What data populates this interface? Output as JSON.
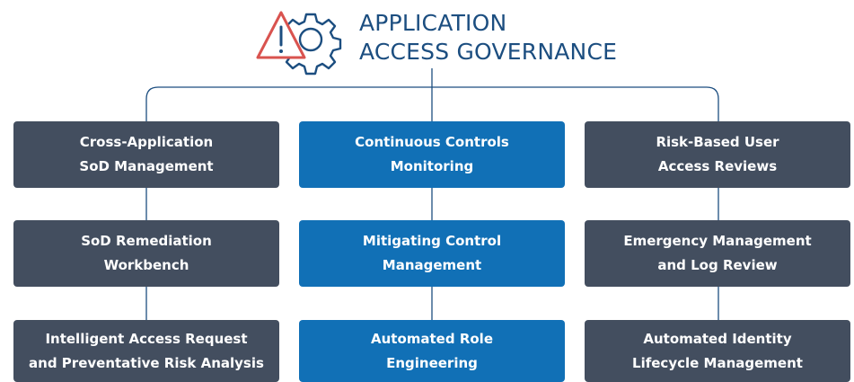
{
  "header": {
    "title_line1": "APPLICATION",
    "title_line2": "ACCESS GOVERNANCE",
    "icon": "warning-gear-icon"
  },
  "colors": {
    "title": "#1c4e80",
    "dark_box": "#434e5f",
    "blue_box": "#1170b6",
    "connector": "#1c4e80",
    "warning": "#d9534f"
  },
  "columns": [
    {
      "items": [
        {
          "line1": "Cross-Application",
          "line2": "SoD Management"
        },
        {
          "line1": "SoD Remediation",
          "line2": "Workbench"
        },
        {
          "line1": "Intelligent Access Request",
          "line2": "and Preventative Risk Analysis"
        }
      ]
    },
    {
      "items": [
        {
          "line1": "Continuous Controls",
          "line2": "Monitoring"
        },
        {
          "line1": "Mitigating Control",
          "line2": "Management"
        },
        {
          "line1": "Automated Role",
          "line2": "Engineering"
        }
      ]
    },
    {
      "items": [
        {
          "line1": "Risk-Based User",
          "line2": "Access Reviews"
        },
        {
          "line1": "Emergency Management",
          "line2": "and Log Review"
        },
        {
          "line1": "Automated Identity",
          "line2": "Lifecycle Management"
        }
      ]
    }
  ]
}
